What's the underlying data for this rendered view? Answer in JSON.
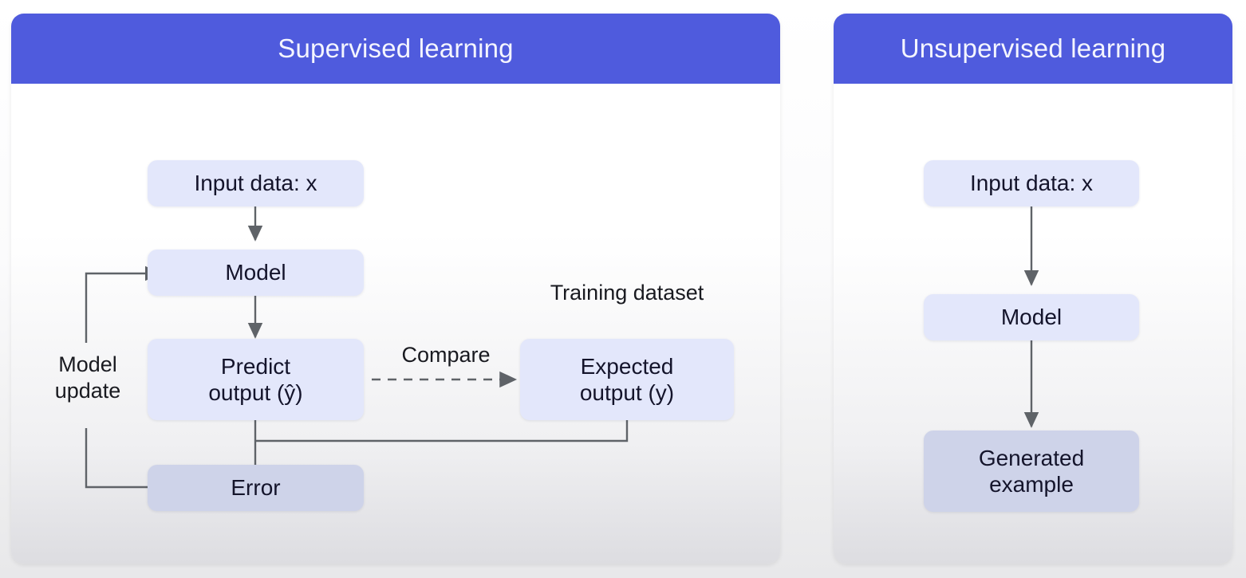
{
  "diagram": {
    "type": "flowchart",
    "panels": [
      {
        "id": "supervised",
        "title": "Supervised learning",
        "header_color": "#4f5bdd",
        "nodes": [
          {
            "id": "sup-input",
            "label": "Input data: x",
            "fill": "#e3e7fb"
          },
          {
            "id": "sup-model",
            "label": "Model",
            "fill": "#e3e7fb"
          },
          {
            "id": "sup-predict",
            "label": "Predict\noutput (ŷ)",
            "fill": "#e3e7fb"
          },
          {
            "id": "sup-expected",
            "label": "Expected\noutput (y)",
            "fill": "#e3e7fb"
          },
          {
            "id": "sup-error",
            "label": "Error",
            "fill": "#ced3e9"
          }
        ],
        "annotations": [
          {
            "id": "training-dataset",
            "text": "Training dataset"
          },
          {
            "id": "compare",
            "text": "Compare"
          },
          {
            "id": "model-update",
            "text": "Model\nupdate"
          }
        ],
        "edges": [
          {
            "from": "sup-input",
            "to": "sup-model",
            "style": "solid",
            "arrow": true
          },
          {
            "from": "sup-model",
            "to": "sup-predict",
            "style": "solid",
            "arrow": true
          },
          {
            "from": "sup-predict",
            "to": "sup-expected",
            "style": "dashed",
            "arrow": true,
            "label": "Compare"
          },
          {
            "from": "sup-predict",
            "to": "sup-error",
            "style": "solid",
            "arrow": true
          },
          {
            "from": "sup-expected",
            "to": "sup-error",
            "style": "solid",
            "arrow": false
          },
          {
            "from": "sup-error",
            "to": "sup-model",
            "style": "solid",
            "arrow": true,
            "label": "Model update"
          }
        ]
      },
      {
        "id": "unsupervised",
        "title": "Unsupervised learning",
        "header_color": "#4f5bdd",
        "nodes": [
          {
            "id": "uns-input",
            "label": "Input data: x",
            "fill": "#e3e7fb"
          },
          {
            "id": "uns-model",
            "label": "Model",
            "fill": "#e3e7fb"
          },
          {
            "id": "uns-generated",
            "label": "Generated\nexample",
            "fill": "#ced3e9"
          }
        ],
        "annotations": [],
        "edges": [
          {
            "from": "uns-input",
            "to": "uns-model",
            "style": "solid",
            "arrow": true
          },
          {
            "from": "uns-model",
            "to": "uns-generated",
            "style": "solid",
            "arrow": true
          }
        ]
      }
    ],
    "colors": {
      "header": "#4f5bdd",
      "node_fill": "#e3e7fb",
      "node_fill_accent": "#ced3e9",
      "connector": "#5f6368",
      "text": "#14142b",
      "header_text": "#f4f5fe"
    }
  }
}
